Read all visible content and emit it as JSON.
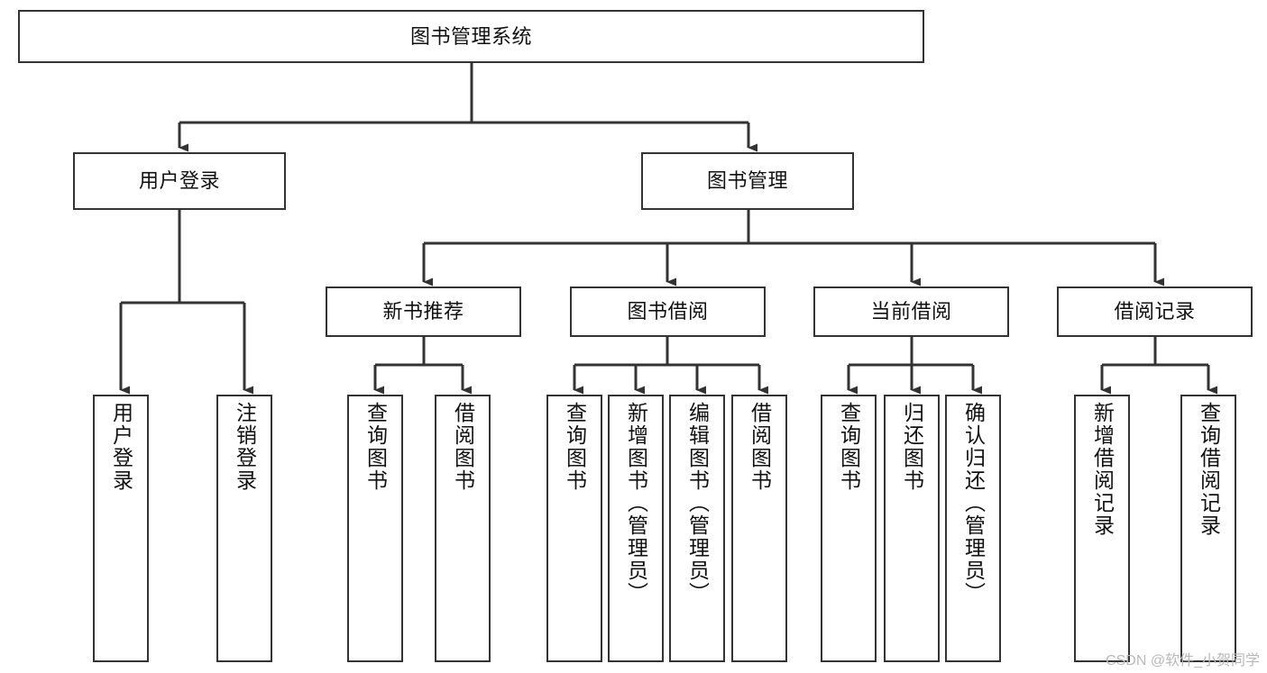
{
  "diagram": {
    "type": "hierarchy-tree",
    "title": "图书管理系统",
    "root": {
      "id": "root",
      "label": "图书管理系统",
      "level": 1
    },
    "level2": [
      {
        "id": "user-login",
        "label": "用户登录"
      },
      {
        "id": "book-management",
        "label": "图书管理"
      }
    ],
    "level3": [
      {
        "id": "new-book-recommend",
        "label": "新书推荐",
        "parent": "book-management"
      },
      {
        "id": "book-borrow",
        "label": "图书借阅",
        "parent": "book-management"
      },
      {
        "id": "current-borrow",
        "label": "当前借阅",
        "parent": "book-management"
      },
      {
        "id": "borrow-record",
        "label": "借阅记录",
        "parent": "book-management"
      }
    ],
    "leaves": [
      {
        "id": "leaf-user-login",
        "label": "用户登录",
        "parent": "user-login"
      },
      {
        "id": "leaf-user-logout",
        "label": "注销登录",
        "parent": "user-login"
      },
      {
        "id": "leaf-query-book-1",
        "label": "查询图书",
        "parent": "new-book-recommend"
      },
      {
        "id": "leaf-borrow-book-1",
        "label": "借阅图书",
        "parent": "new-book-recommend"
      },
      {
        "id": "leaf-query-book-2",
        "label": "查询图书",
        "parent": "book-borrow"
      },
      {
        "id": "leaf-add-book",
        "label": "新增图书（管理员）",
        "parent": "book-borrow"
      },
      {
        "id": "leaf-edit-book",
        "label": "编辑图书（管理员）",
        "parent": "book-borrow"
      },
      {
        "id": "leaf-borrow-book-2",
        "label": "借阅图书",
        "parent": "book-borrow"
      },
      {
        "id": "leaf-query-book-3",
        "label": "查询图书",
        "parent": "current-borrow"
      },
      {
        "id": "leaf-return-book",
        "label": "归还图书",
        "parent": "current-borrow"
      },
      {
        "id": "leaf-confirm-return",
        "label": "确认归还（管理员）",
        "parent": "current-borrow"
      },
      {
        "id": "leaf-add-record",
        "label": "新增借阅记录",
        "parent": "borrow-record"
      },
      {
        "id": "leaf-query-record",
        "label": "查询借阅记录",
        "parent": "borrow-record"
      }
    ],
    "watermark": "CSDN @软件_小贺同学",
    "colors": {
      "border": "#333333",
      "text": "#111111",
      "background": "#ffffff",
      "connector": "#333333",
      "watermark": "#b9b9b9"
    }
  }
}
